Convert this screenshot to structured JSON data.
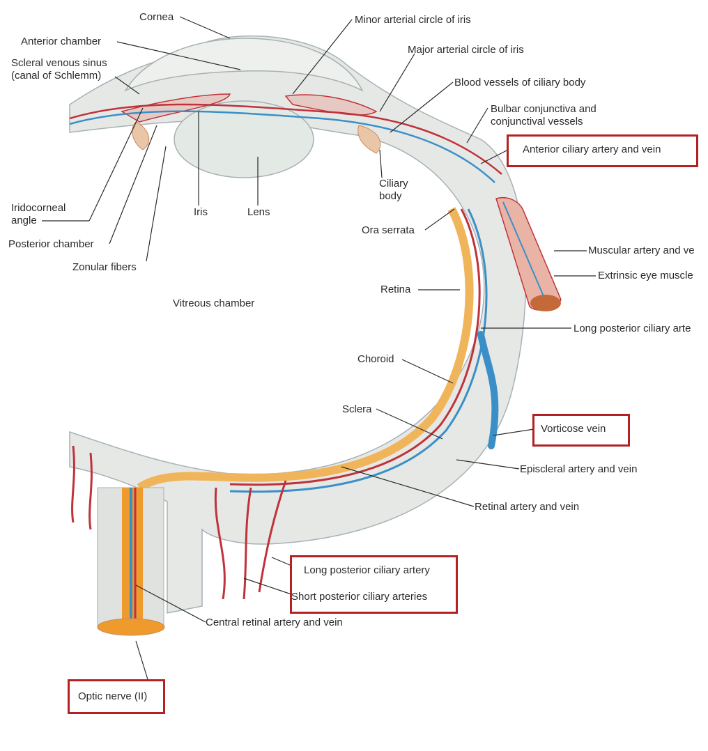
{
  "colors": {
    "sclera": "#e6e8e6",
    "sclera_stroke": "#a7b1b4",
    "artery": "#c0323a",
    "vein": "#3b8fc7",
    "retina": "#f0b45a",
    "nerve": "#ef9a2c",
    "muscle": "#e9b4a5",
    "highlight_box": "#b22222"
  },
  "labels": {
    "cornea": "Cornea",
    "anterior_chamber": "Anterior chamber",
    "scleral_venous_sinus_1": "Scleral venous sinus",
    "scleral_venous_sinus_2": "(canal of Schlemm)",
    "iridocorneal_1": "Iridocorneal",
    "iridocorneal_2": "angle",
    "posterior_chamber": "Posterior chamber",
    "zonular_fibers": "Zonular fibers",
    "iris": "Iris",
    "lens": "Lens",
    "vitreous_chamber": "Vitreous chamber",
    "minor_arterial_circle": "Minor arterial circle of iris",
    "major_arterial_circle": "Major arterial circle of iris",
    "blood_vessels_ciliary": "Blood vessels of ciliary body",
    "bulbar_conjunctiva_1": "Bulbar conjunctiva and",
    "bulbar_conjunctiva_2": "conjunctival vessels",
    "anterior_ciliary": "Anterior ciliary artery and vein",
    "ciliary_body_1": "Ciliary",
    "ciliary_body_2": "body",
    "ora_serrata": "Ora serrata",
    "muscular_artery": "Muscular artery and ve",
    "extrinsic_muscle": "Extrinsic eye muscle",
    "retina": "Retina",
    "long_posterior_ciliary_right": "Long posterior ciliary arte",
    "choroid": "Choroid",
    "sclera": "Sclera",
    "vorticose_vein": "Vorticose vein",
    "episcleral": "Episcleral artery and vein",
    "retinal_artery": "Retinal artery and vein",
    "long_posterior_ciliary_box": "Long posterior ciliary artery",
    "short_posterior_ciliary": "Short posterior ciliary arteries",
    "central_retinal": "Central retinal artery and vein",
    "optic_nerve": "Optic nerve (II)"
  }
}
